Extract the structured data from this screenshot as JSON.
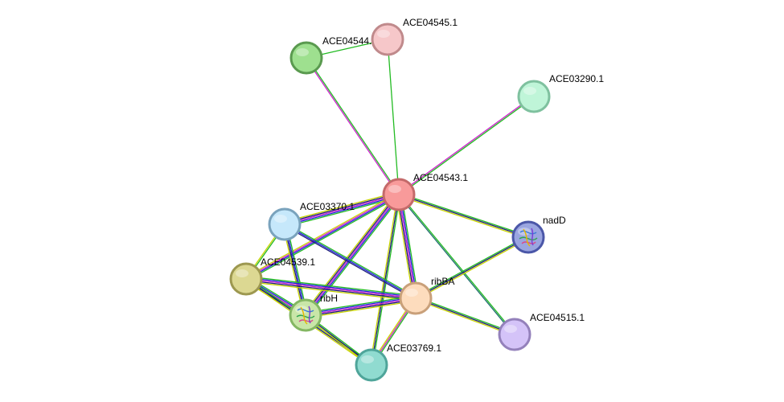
{
  "network": {
    "nodes": [
      {
        "id": "ACE04543.1",
        "label": "ACE04543.1",
        "fill": "#f89a9a",
        "stroke": "#c46a6a",
        "icon": "plain-circle"
      },
      {
        "id": "ACE04545.1",
        "label": "ACE04545.1",
        "fill": "#f6c7c9",
        "stroke": "#c08a8c",
        "icon": "plain-circle"
      },
      {
        "id": "ACE04544.",
        "label": "ACE04544.",
        "fill": "#9ee08f",
        "stroke": "#5a9a4f",
        "icon": "plain-circle"
      },
      {
        "id": "ACE03290.1",
        "label": "ACE03290.1",
        "fill": "#bff5d8",
        "stroke": "#7fc19f",
        "icon": "plain-circle"
      },
      {
        "id": "ACE03370.1",
        "label": "ACE03370.1",
        "fill": "#c6e8fb",
        "stroke": "#7aa3bd",
        "icon": "plain-circle"
      },
      {
        "id": "nadD",
        "label": "nadD",
        "fill": "#9aa5e0",
        "stroke": "#4b57a8",
        "icon": "protein-structure"
      },
      {
        "id": "ACE04539.1",
        "label": "ACE04539.1",
        "fill": "#dcd892",
        "stroke": "#9d9850",
        "icon": "plain-circle"
      },
      {
        "id": "ribBA",
        "label": "ribBA",
        "fill": "#fddcbd",
        "stroke": "#c9a07a",
        "icon": "plain-circle"
      },
      {
        "id": "ribH",
        "label": "ribH",
        "fill": "#c9e6a8",
        "stroke": "#84b763",
        "icon": "protein-structure"
      },
      {
        "id": "ACE04515.1",
        "label": "ACE04515.1",
        "fill": "#d4c3f8",
        "stroke": "#9481bb",
        "icon": "plain-circle"
      },
      {
        "id": "ACE03769.1",
        "label": "ACE03769.1",
        "fill": "#90dbd0",
        "stroke": "#4fa59a",
        "icon": "plain-circle"
      }
    ],
    "edges": [
      {
        "source": "ACE04544.",
        "target": "ACE04545.1",
        "colors": [
          "#22bb22"
        ]
      },
      {
        "source": "ACE04545.1",
        "target": "ACE04543.1",
        "colors": [
          "#22bb22"
        ]
      },
      {
        "source": "ACE04544.",
        "target": "ACE04543.1",
        "colors": [
          "#22bb22",
          "#cc22cc"
        ]
      },
      {
        "source": "ACE03290.1",
        "target": "ACE04543.1",
        "colors": [
          "#22bb22",
          "#cc22cc"
        ]
      },
      {
        "source": "ACE04543.1",
        "target": "nadD",
        "colors": [
          "#22bb22",
          "#1d1d7a",
          "#c8d400"
        ]
      },
      {
        "source": "ACE04543.1",
        "target": "ACE04515.1",
        "colors": [
          "#22bb22",
          "#1d6d6d"
        ]
      },
      {
        "source": "ACE04543.1",
        "target": "ACE03370.1",
        "colors": [
          "#22bb22",
          "#2222dd",
          "#cc22cc",
          "#1d1d7a",
          "#c8d400"
        ]
      },
      {
        "source": "ACE04543.1",
        "target": "ACE04539.1",
        "colors": [
          "#22bb22",
          "#2222dd",
          "#cc22cc",
          "#c8d400"
        ]
      },
      {
        "source": "ACE04543.1",
        "target": "ribH",
        "colors": [
          "#22bb22",
          "#2222dd",
          "#cc22cc",
          "#1d1d7a",
          "#c8d400"
        ]
      },
      {
        "source": "ACE04543.1",
        "target": "ribBA",
        "colors": [
          "#22bb22",
          "#2222dd",
          "#cc22cc",
          "#1d1d7a",
          "#c8d400"
        ]
      },
      {
        "source": "ACE04543.1",
        "target": "ACE03769.1",
        "colors": [
          "#22bb22",
          "#1d1d7a",
          "#c8d400"
        ]
      },
      {
        "source": "ACE03370.1",
        "target": "ribH",
        "colors": [
          "#22bb22",
          "#2222dd",
          "#1d1d7a",
          "#c8d400"
        ]
      },
      {
        "source": "ACE03370.1",
        "target": "ribBA",
        "colors": [
          "#22bb22",
          "#2222dd",
          "#1d1d7a"
        ]
      },
      {
        "source": "ACE03370.1",
        "target": "ACE04539.1",
        "colors": [
          "#22bb22",
          "#c8d400"
        ]
      },
      {
        "source": "ACE04539.1",
        "target": "ribH",
        "colors": [
          "#22bb22",
          "#2222dd",
          "#cc22cc",
          "#1d1d7a",
          "#c8d400"
        ]
      },
      {
        "source": "ACE04539.1",
        "target": "ribBA",
        "colors": [
          "#22bb22",
          "#2222dd",
          "#cc22cc",
          "#1d1d7a",
          "#c8d400"
        ]
      },
      {
        "source": "ACE04539.1",
        "target": "ACE03769.1",
        "colors": [
          "#22bb22",
          "#1d1d7a",
          "#c8d400"
        ]
      },
      {
        "source": "ribH",
        "target": "ribBA",
        "colors": [
          "#22bb22",
          "#2222dd",
          "#cc22cc",
          "#1d1d7a",
          "#c8d400"
        ]
      },
      {
        "source": "ribH",
        "target": "ACE03769.1",
        "colors": [
          "#22bb22",
          "#1d1d7a",
          "#c8d400"
        ]
      },
      {
        "source": "ribBA",
        "target": "ACE03769.1",
        "colors": [
          "#22bb22",
          "#cc22cc",
          "#c8d400"
        ]
      },
      {
        "source": "ribBA",
        "target": "nadD",
        "colors": [
          "#22bb22",
          "#1d1d7a",
          "#c8d400"
        ]
      },
      {
        "source": "ribBA",
        "target": "ACE04515.1",
        "colors": [
          "#22bb22",
          "#1d1d7a",
          "#c8d400"
        ]
      }
    ]
  }
}
